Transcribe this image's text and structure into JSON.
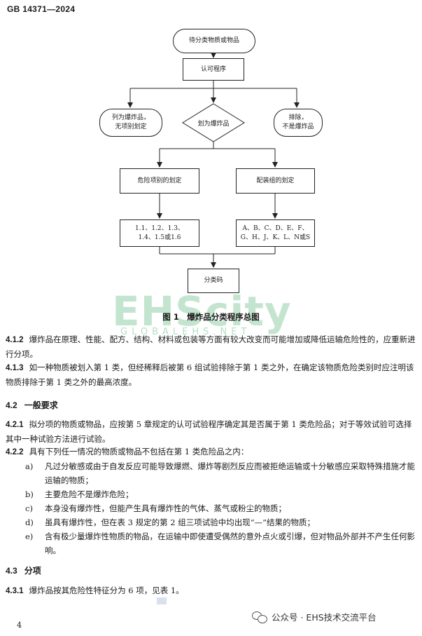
{
  "header": {
    "code": "GB 14371—2024"
  },
  "flowchart": {
    "start": "待分类物质或物品",
    "approval": "认可程序",
    "left_outcome_line1": "列为爆炸品，",
    "left_outcome_line2": "无项别划定",
    "decision": "划为爆炸品",
    "right_outcome_line1": "排除，",
    "right_outcome_line2": "不是爆炸品",
    "hazard_division": "危险项别的划定",
    "compat_group": "配装组的划定",
    "divisions_line1": "1.1、1.2、1.3、",
    "divisions_line2": "1.4、1.5或1.6",
    "groups_line1": "A、B、C、D、E、F、",
    "groups_line2": "G、H、J、K、L、N或S",
    "class_code": "分类码"
  },
  "figure_caption": "图 1　爆炸品分类程序总图",
  "watermark": {
    "main": "EHScity",
    "sub": "GLOBALEHS.NET"
  },
  "body": {
    "p412_num": "4.1.2",
    "p412_text": "爆炸品在原理、性能、配方、结构、材料或包装等方面有较大改变而可能增加或降低运输危险性的，应重新进行分项。",
    "p413_num": "4.1.3",
    "p413_text": "如一种物质被划入第 1 类，但经稀释后被第 6 组试验排除于第 1 类之外，在确定该物质危险类别时应注明该物质排除于第 1 类之外的最高浓度。",
    "s42_num": "4.2",
    "s42_title": "一般要求",
    "p421_num": "4.2.1",
    "p421_text": "拟分项的物质或物品，应按第 5 章规定的认可试验程序确定其是否属于第 1 类危险品；对于等效试验可选择其中一种试验方法进行试验。",
    "p422_num": "4.2.2",
    "p422_text": "具有下列任一情况的物质或物品不包括在第 1 类危险品之内：",
    "items": [
      {
        "label": "a)",
        "text": "凡过分敏感或由于自发反应可能导致爆燃、爆炸等剧烈反应而被拒绝运输或十分敏感应采取特殊措施才能运输的物质；"
      },
      {
        "label": "b)",
        "text": "主要危险不是爆炸危险；"
      },
      {
        "label": "c)",
        "text": "本身没有爆炸性，但能产生具有爆炸性的气体、蒸气或粉尘的物质；"
      },
      {
        "label": "d)",
        "text": "虽具有爆炸性，但在表 3 规定的第 2 组三项试验中均出现“—”结果的物质；"
      },
      {
        "label": "e)",
        "text": "含有极少量爆炸性物质的物品，在运输中即使遭受偶然的意外点火或引爆，但对物品外部并不产生任何影响。"
      }
    ],
    "s43_num": "4.3",
    "s43_title": "分项",
    "p431_num": "4.3.1",
    "p431_text": "爆炸品按其危险性特征分为 6 项，见表 1。"
  },
  "footer": {
    "page_number": "4",
    "brand": "公众号 · EHS技术交流平台"
  }
}
